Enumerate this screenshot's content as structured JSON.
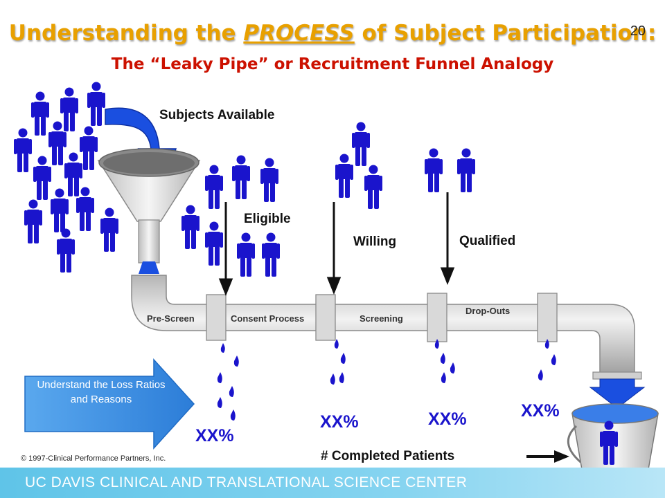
{
  "slide": {
    "title_pre": "Understanding the ",
    "title_em": "PROCESS",
    "title_post": " of Subject Participation:",
    "subtitle": "The “Leaky Pipe” or Recruitment Funnel Analogy",
    "page_number": "20"
  },
  "labels": {
    "subjects_available": "Subjects Available",
    "eligible": "Eligible",
    "willing": "Willing",
    "qualified": "Qualified",
    "completed": "# Completed Patients"
  },
  "pipe_segments": [
    "Pre-Screen",
    "Consent Process",
    "Screening",
    "Drop-Outs"
  ],
  "loss_ratios": [
    "XX%",
    "XX%",
    "XX%",
    "XX%"
  ],
  "callout": {
    "text": "Understand the Loss Ratios and Reasons"
  },
  "copyright": "© 1997-Clinical Performance Partners, Inc.",
  "footer": "UC DAVIS CLINICAL AND TRANSLATIONAL SCIENCE CENTER",
  "colors": {
    "people": "#1a14cc",
    "title": "#e8a000",
    "subtitle": "#cc1100",
    "pipe": "#d4d4d4",
    "callout": "#3a8fe0",
    "footer": "#6ac8ea"
  },
  "icons": [
    "person-icon",
    "funnel-icon",
    "pipe-icon",
    "water-drop-icon",
    "bucket-icon",
    "down-arrow-icon",
    "right-arrow-icon"
  ]
}
